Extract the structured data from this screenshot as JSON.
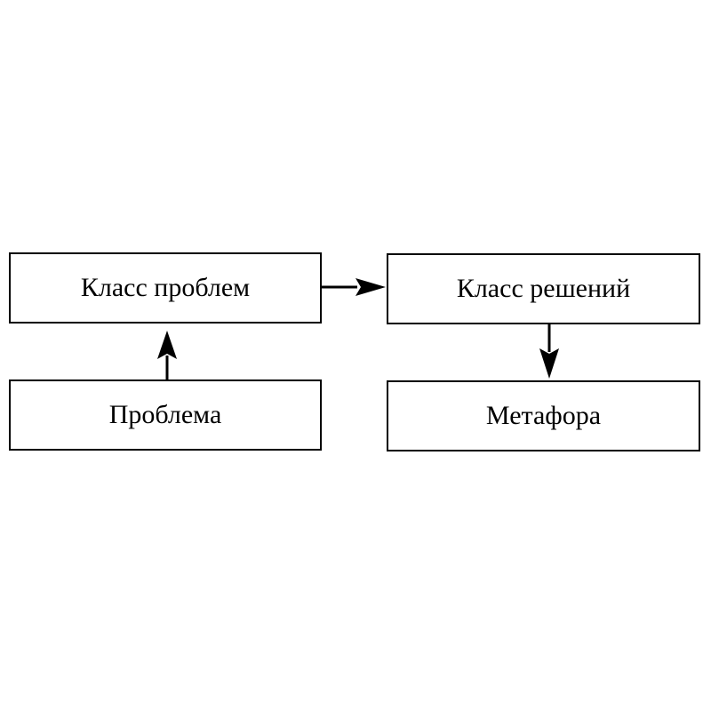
{
  "nodes": {
    "class_problems": "Класс проблем",
    "problem": "Проблема",
    "class_solutions": "Класс решений",
    "metaphor": "Метафора"
  },
  "edges": [
    {
      "from": "problem",
      "to": "class_problems"
    },
    {
      "from": "class_problems",
      "to": "class_solutions"
    },
    {
      "from": "class_solutions",
      "to": "metaphor"
    }
  ],
  "colors": {
    "stroke": "#000000",
    "background": "#ffffff"
  }
}
